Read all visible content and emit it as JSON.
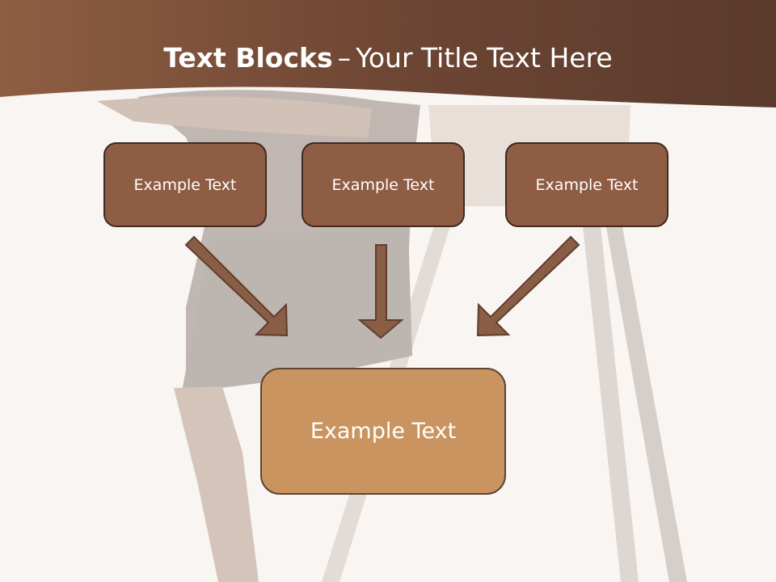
{
  "slide": {
    "title_bold": "Text Blocks",
    "title_dash": "–",
    "title_rest": "Your Title Text Here"
  },
  "diagram": {
    "top_boxes": [
      {
        "label": "Example Text"
      },
      {
        "label": "Example Text"
      },
      {
        "label": "Example Text"
      }
    ],
    "bottom_box": {
      "label": "Example Text"
    }
  },
  "colors": {
    "header": "#7a4c33",
    "box_dark": "#8e5d44",
    "box_light": "#c9945f",
    "arrow": "#8a5d45",
    "background": "#f8f5f3"
  }
}
